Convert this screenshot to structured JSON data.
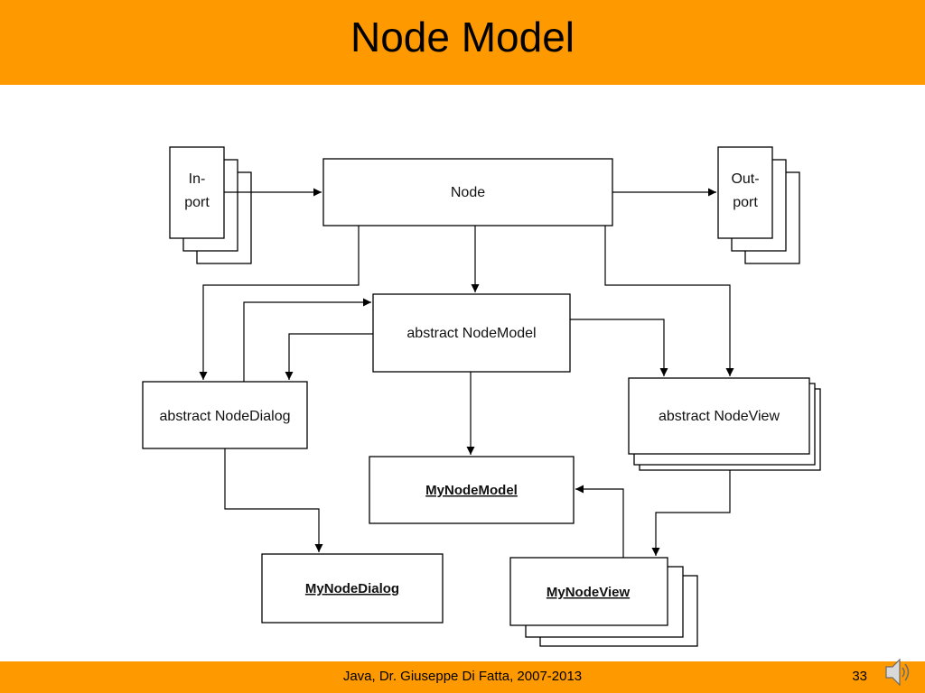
{
  "title": "Node Model",
  "footer": {
    "text": "Java, Dr. Giuseppe Di Fatta, 2007-2013",
    "page": "33"
  },
  "diagram": {
    "inport": {
      "line1": "In-",
      "line2": "port"
    },
    "outport": {
      "line1": "Out-",
      "line2": "port"
    },
    "node": "Node",
    "nodemodel": "abstract NodeModel",
    "nodedialog": "abstract NodeDialog",
    "nodeview": "abstract NodeView",
    "mynodemodel": "MyNodeModel",
    "mynodedialog": "MyNodeDialog",
    "mynodeview": "MyNodeView"
  },
  "icons": {
    "speaker": "speaker-icon"
  }
}
